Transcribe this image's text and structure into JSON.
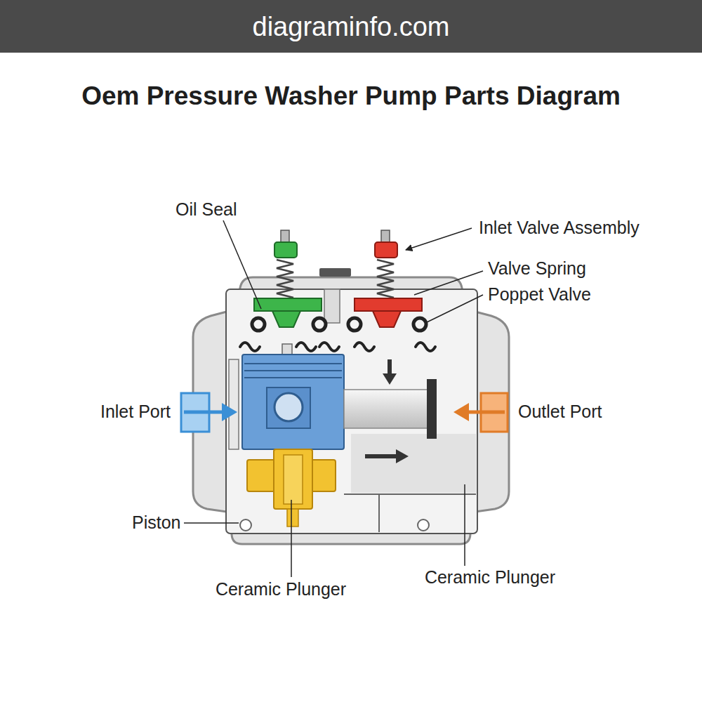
{
  "diagram": {
    "title": "Oem Pressure Washer Pump Parts Diagram",
    "nodes": [
      {
        "text": [
          "diagraminfo.com"
        ]
      }
    ],
    "labels": [
      "Oil Seal",
      "Inlet Valve Assembly",
      "Valve Spring",
      "Poppet Valve",
      "Inlet Port",
      "Outlet Port",
      "Piston",
      "Ceramic Plunger",
      "Ceramic Plunger"
    ]
  }
}
